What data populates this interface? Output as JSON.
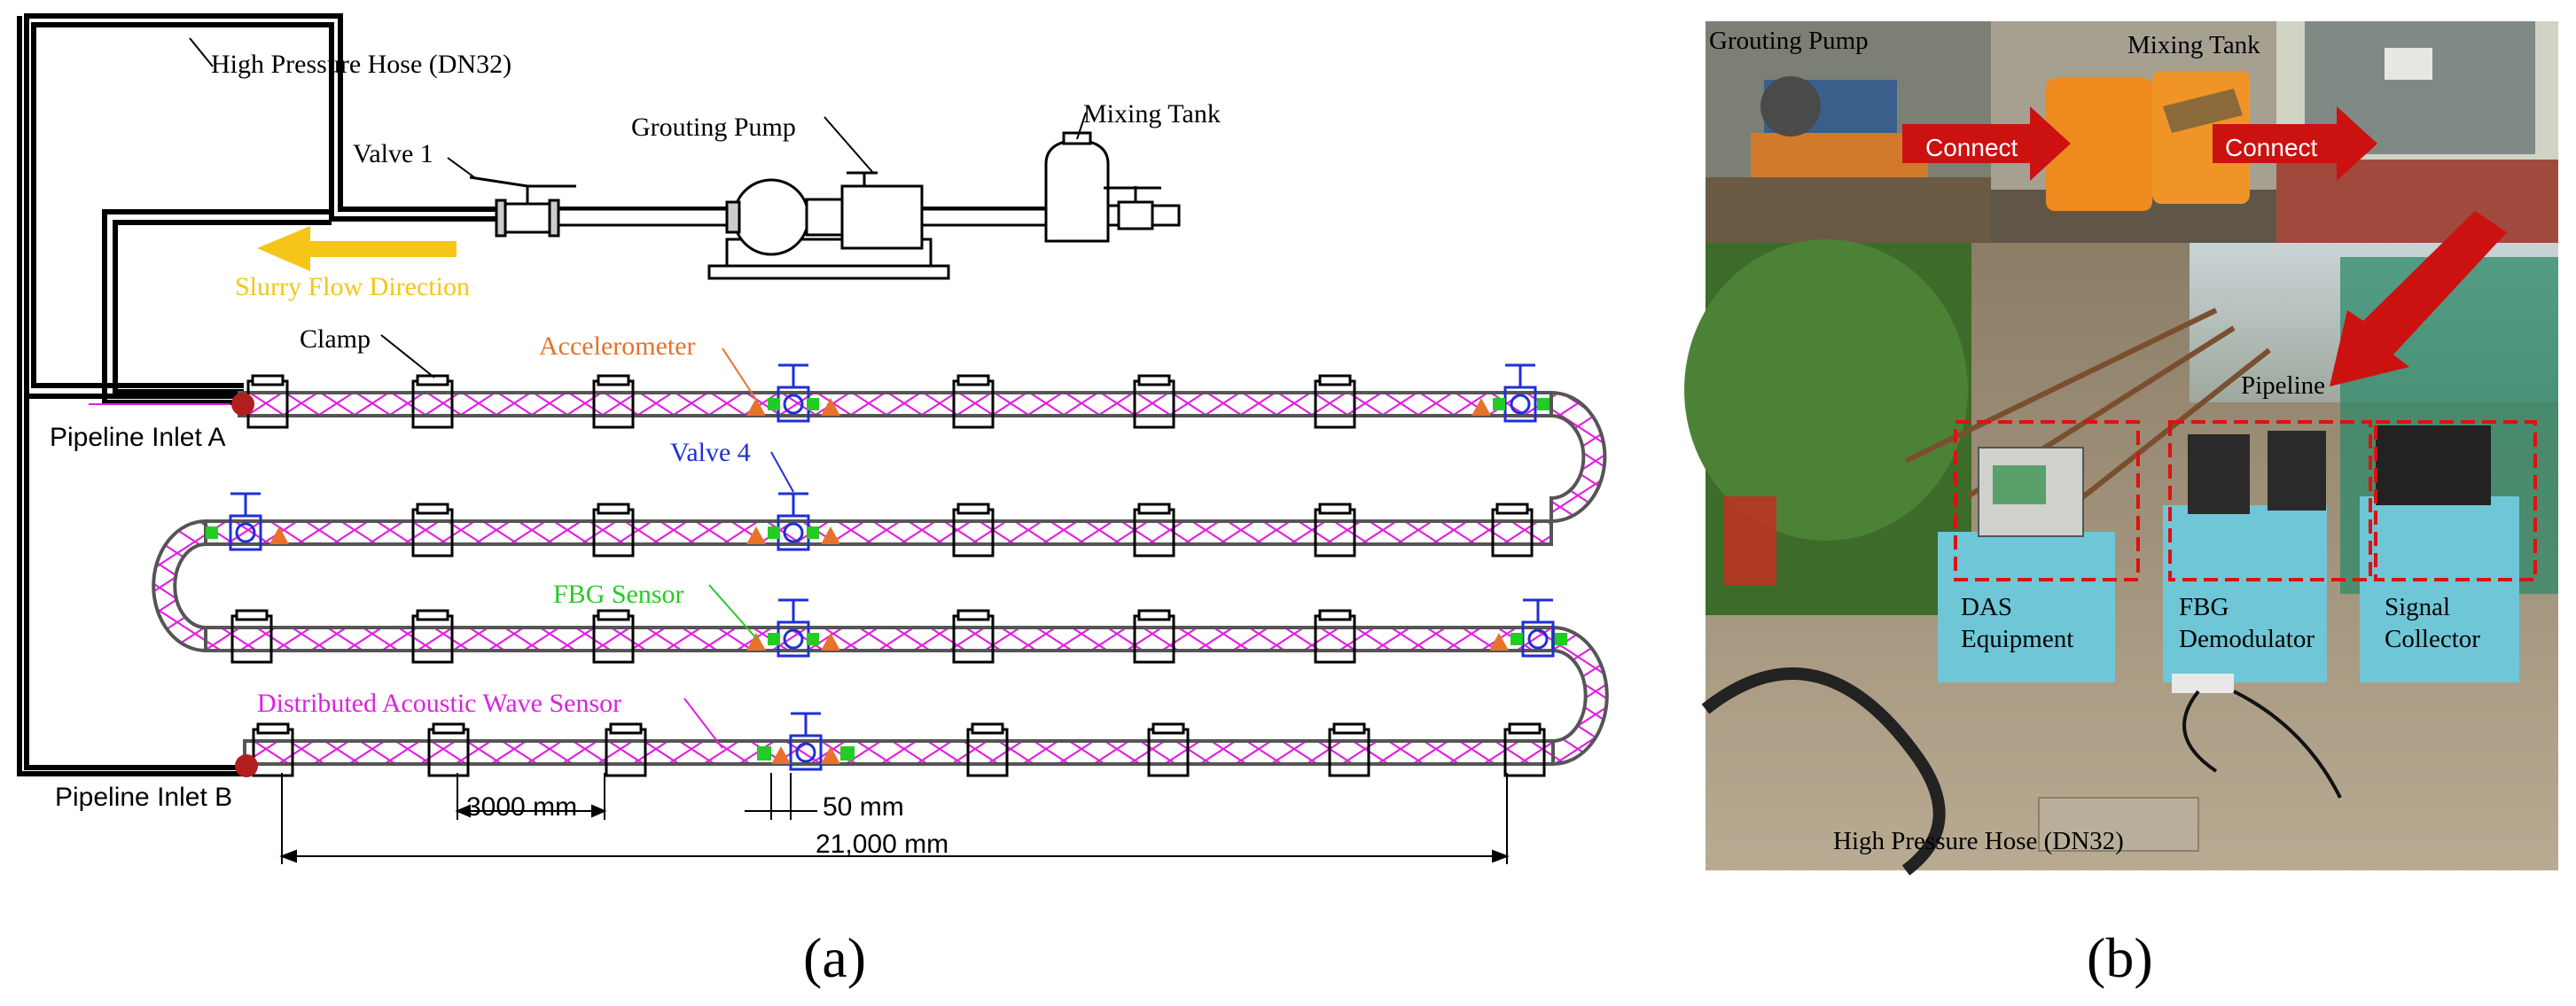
{
  "panel_a": {
    "caption": "(a)",
    "labels": {
      "hose": "High Pressure Hose (DN32)",
      "valve1": "Valve 1",
      "pump": "Grouting Pump",
      "tank": "Mixing Tank",
      "flow": "Slurry Flow Direction",
      "clamp": "Clamp",
      "accelerometer": "Accelerometer",
      "inlet_a": "Pipeline Inlet A",
      "valve4": "Valve 4",
      "fbg": "FBG Sensor",
      "das": "Distributed Acoustic Wave Sensor",
      "inlet_b": "Pipeline Inlet B",
      "dim1": "3000 mm",
      "dim2": "50 mm",
      "dim3": "21,000 mm"
    },
    "colors": {
      "accelerometer": "#e8722a",
      "valve": "#1f2fd6",
      "fbg": "#22cc22",
      "das": "#e020e0",
      "flow": "#f5c518",
      "inlet": "#b01e1e"
    }
  },
  "panel_b": {
    "caption": "(b)",
    "labels": {
      "pump": "Grouting Pump",
      "tank": "Mixing Tank",
      "connect1": "Connect",
      "connect2": "Connect",
      "pipeline": "Pipeline",
      "das_1": "DAS",
      "das_2": "Equipment",
      "fbg_1": "FBG",
      "fbg_2": "Demodulator",
      "sig_1": "Signal",
      "sig_2": "Collector",
      "hose": "High Pressure Hose (DN32)"
    },
    "colors": {
      "arrow": "#cc1111",
      "box": "#dd1111"
    }
  }
}
